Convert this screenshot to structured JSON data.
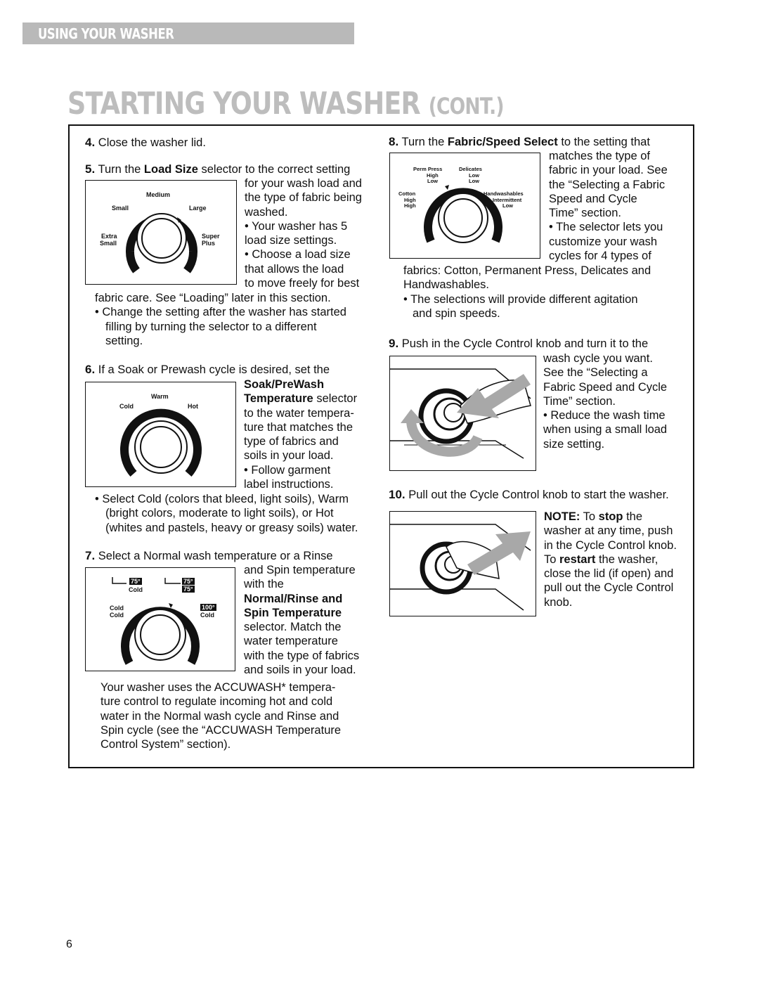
{
  "header": {
    "section": "USING YOUR WASHER",
    "title": "STARTING YOUR WASHER",
    "title_suffix": "(CONT.)"
  },
  "step4": {
    "num": "4.",
    "text": "Close the washer lid."
  },
  "step5": {
    "num": "5.",
    "pre": "Turn the ",
    "bold": "Load Size",
    "post": " selector to the correct setting",
    "lines": [
      "for your wash load and",
      "the type of fabric being",
      "washed.",
      "• Your washer has 5",
      "load size settings.",
      "• Choose a load size",
      "that allows the load",
      "to move freely for best"
    ],
    "after": [
      "fabric care. See “Loading” later in this section.",
      "• Change the setting after the washer has started",
      "filling by turning the selector to a different",
      "setting."
    ],
    "dial": {
      "medium": "Medium",
      "small": "Small",
      "large": "Large",
      "extra": "Extra",
      "small2": "Small",
      "super": "Super",
      "plus": "Plus"
    }
  },
  "step6": {
    "num": "6.",
    "text": "If a Soak or Prewash cycle is desired, set the",
    "bold1": "Soak/PreWash",
    "bold2": "Temperature",
    "post2": " selector",
    "lines": [
      "to the water tempera-",
      "ture that matches the",
      "type of fabrics and",
      "soils in your load.",
      "• Follow garment",
      "label instructions."
    ],
    "after": [
      "• Select Cold (colors that bleed, light soils), Warm",
      "(bright colors, moderate to light soils), or Hot",
      "(whites and pastels, heavy or greasy soils) water."
    ],
    "dial": {
      "warm": "Warm",
      "cold": "Cold",
      "hot": "Hot"
    }
  },
  "step7": {
    "num": "7.",
    "text": "Select a Normal wash temperature or a Rinse",
    "lines1": [
      "and Spin temperature",
      "with the"
    ],
    "bold1": "Normal/Rinse and",
    "bold2": "Spin Temperature",
    "lines2": [
      "selector. Match the",
      "water temperature",
      "with the type of fabrics",
      "and soils in your load."
    ],
    "after": [
      "Your washer uses the ACCUWASH* tempera-",
      "ture control to regulate incoming hot and cold",
      "water in the Normal wash cycle and Rinse and",
      "Spin cycle (see the “ACCUWASH Temperature",
      "Control System” section)."
    ],
    "dial": {
      "t75a": "75°",
      "cold_a": "Cold",
      "t75b": "75°",
      "t75c": "75°",
      "cold_b": "Cold",
      "cold_c": "Cold",
      "t100": "100°",
      "cold_d": "Cold"
    }
  },
  "step8": {
    "num": "8.",
    "pre": "Turn the ",
    "bold": "Fabric/Speed Select",
    "post": " to the setting that",
    "lines": [
      "matches the type of",
      "fabric in your load. See",
      "the “Selecting a Fabric",
      "Speed and Cycle",
      "Time” section.",
      "• The selector lets you",
      "customize your wash",
      "cycles for 4 types of"
    ],
    "after": [
      "fabrics: Cotton, Permanent Press, Delicates and",
      "Handwashables.",
      "• The selections will provide different agitation",
      "and spin speeds."
    ],
    "dial": {
      "perm": "Perm Press",
      "high1": "High",
      "low1": "Low",
      "deli": "Delicates",
      "low2": "Low",
      "low3": "Low",
      "cotton": "Cotton",
      "high2": "High",
      "high3": "High",
      "hand": "Handwashables",
      "inter": "Intermittent",
      "low4": "Low"
    }
  },
  "step9": {
    "num": "9.",
    "text": "Push in the Cycle Control knob and turn it to the",
    "lines": [
      "wash cycle you want.",
      "See the “Selecting a",
      "Fabric Speed and Cycle",
      "Time” section.",
      "• Reduce the wash time",
      "when using a small load",
      "size setting."
    ]
  },
  "step10": {
    "num": "10.",
    "text": "Pull out the Cycle Control knob to start the washer.",
    "note_b": "NOTE:",
    "note_t": " To ",
    "stop_b": "stop",
    "stop_t": " the",
    "lines": [
      "washer at any time, push",
      "in the Cycle Control knob."
    ],
    "to": "To ",
    "restart_b": "restart",
    "restart_t": " the washer,",
    "lines2": [
      "close the lid (if open) and",
      "pull out the Cycle Control",
      "knob."
    ]
  },
  "page_number": "6"
}
